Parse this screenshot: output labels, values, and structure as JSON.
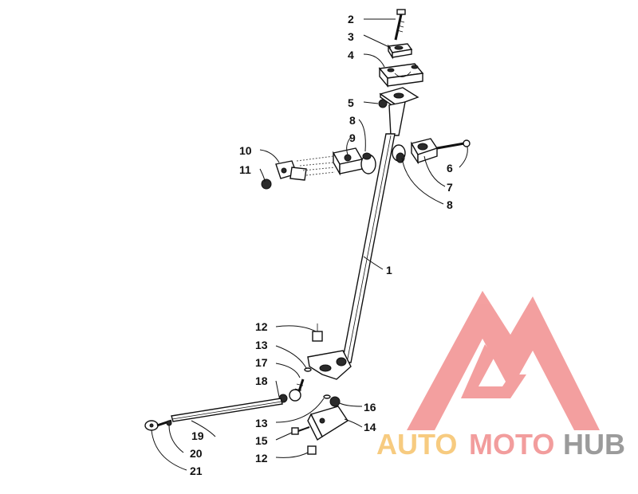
{
  "diagram": {
    "callouts": [
      {
        "id": "c2",
        "text": "2"
      },
      {
        "id": "c3",
        "text": "3"
      },
      {
        "id": "c4",
        "text": "4"
      },
      {
        "id": "c5",
        "text": "5"
      },
      {
        "id": "c8a",
        "text": "8"
      },
      {
        "id": "c9",
        "text": "9"
      },
      {
        "id": "c10",
        "text": "10"
      },
      {
        "id": "c11",
        "text": "11"
      },
      {
        "id": "c6",
        "text": "6"
      },
      {
        "id": "c7",
        "text": "7"
      },
      {
        "id": "c8b",
        "text": "8"
      },
      {
        "id": "c1",
        "text": "1"
      },
      {
        "id": "c12a",
        "text": "12"
      },
      {
        "id": "c13a",
        "text": "13"
      },
      {
        "id": "c17",
        "text": "17"
      },
      {
        "id": "c18",
        "text": "18"
      },
      {
        "id": "c16",
        "text": "16"
      },
      {
        "id": "c13b",
        "text": "13"
      },
      {
        "id": "c14",
        "text": "14"
      },
      {
        "id": "c19",
        "text": "19"
      },
      {
        "id": "c15",
        "text": "15"
      },
      {
        "id": "c20",
        "text": "20"
      },
      {
        "id": "c12b",
        "text": "12"
      },
      {
        "id": "c21",
        "text": "21"
      }
    ]
  },
  "watermark": {
    "word_part_1": "AUTO",
    "word_part_2": "MOTO",
    "word_part_3": "HUB",
    "color_1": "#f6c36b",
    "color_2": "#f08c8c",
    "color_3": "#8a8a8a",
    "mark_color": "#f28f8f"
  }
}
